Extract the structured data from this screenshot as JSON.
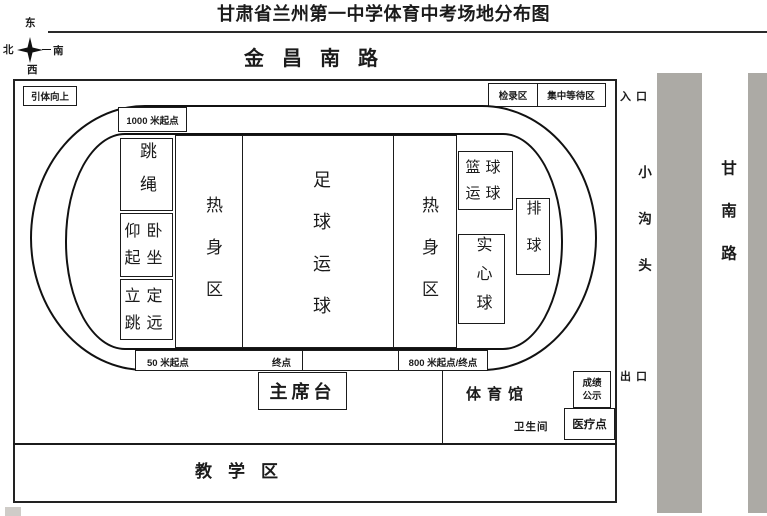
{
  "title": "甘肃省兰州第一中学体育中考场地分布图",
  "compass": {
    "east": "东",
    "south": "南",
    "west": "西",
    "north": "北"
  },
  "roads": {
    "top_road": "金昌南路",
    "side_lane": "小沟头",
    "right_road": "甘南路"
  },
  "gates": {
    "entrance": "入口",
    "exit": "出口"
  },
  "stations": {
    "pull_up": "引体向上",
    "check_in": "检录区",
    "waiting_area": "集中等待区",
    "jump_rope": "跳绳",
    "sit_up": "仰卧起坐",
    "standing_jump": "立定跳远",
    "warm_up_left": "热身区",
    "football_dribble": "足球运球",
    "warm_up_right": "热身区",
    "basketball_dribble": "篮球运球",
    "volleyball": "排球",
    "medicine_ball": "实心球"
  },
  "track_marks": {
    "m1000_start": "1000 米起点",
    "m50_start": "50 米起点",
    "finish": "终点",
    "m800_start_finish": "800 米起点/终点"
  },
  "buildings": {
    "rostrum": "主席台",
    "gym": "体育馆",
    "score_board": "成绩公示",
    "restroom": "卫生间",
    "medical": "医疗点",
    "teaching_area": "教学区"
  },
  "colors": {
    "road_fill": "#ACAAA5",
    "line": "#1b1b1b"
  }
}
